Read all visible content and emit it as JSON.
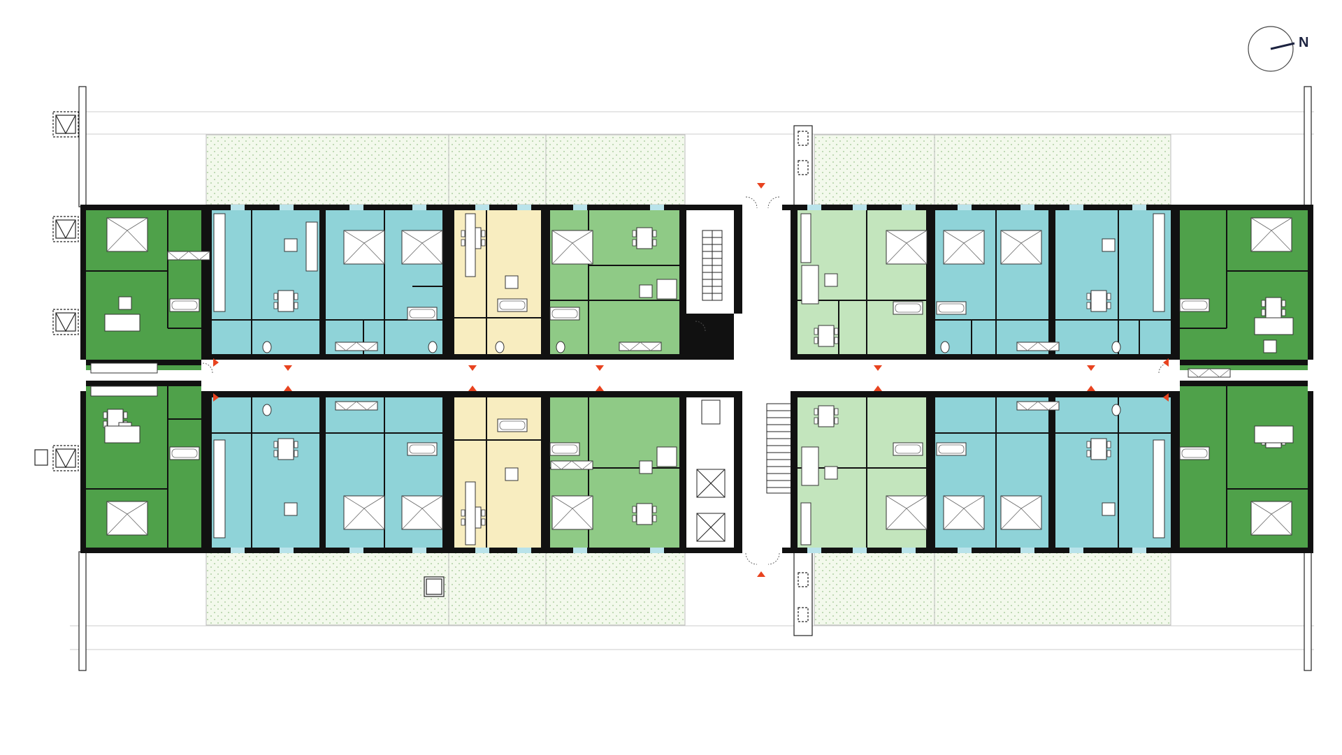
{
  "plan": {
    "north_label": "N",
    "colors": {
      "wall": "#111111",
      "apartment_cyan": "#8fd3d8",
      "apartment_green": "#8fca86",
      "apartment_dark_green": "#4fa14a",
      "apartment_pale_green": "#c3e5bd",
      "apartment_yellow": "#f8edc0",
      "terrace_fill": "#f2f8ea",
      "corridor": "#ffffff",
      "entrance_marker": "#e8431f",
      "window_strip": "#b9e3ea"
    },
    "units": {
      "north_row": [
        "dark-green",
        "cyan",
        "cyan",
        "yellow",
        "green",
        "pale-green",
        "cyan",
        "cyan",
        "dark-green"
      ],
      "south_row": [
        "dark-green",
        "cyan",
        "cyan",
        "yellow",
        "green",
        "pale-green",
        "cyan",
        "cyan",
        "dark-green"
      ]
    },
    "icons": [
      "north-arrow-icon",
      "entrance-marker-icon",
      "bed-icon",
      "table-icon",
      "stair-icon",
      "elevator-icon",
      "door-swing-icon"
    ]
  }
}
